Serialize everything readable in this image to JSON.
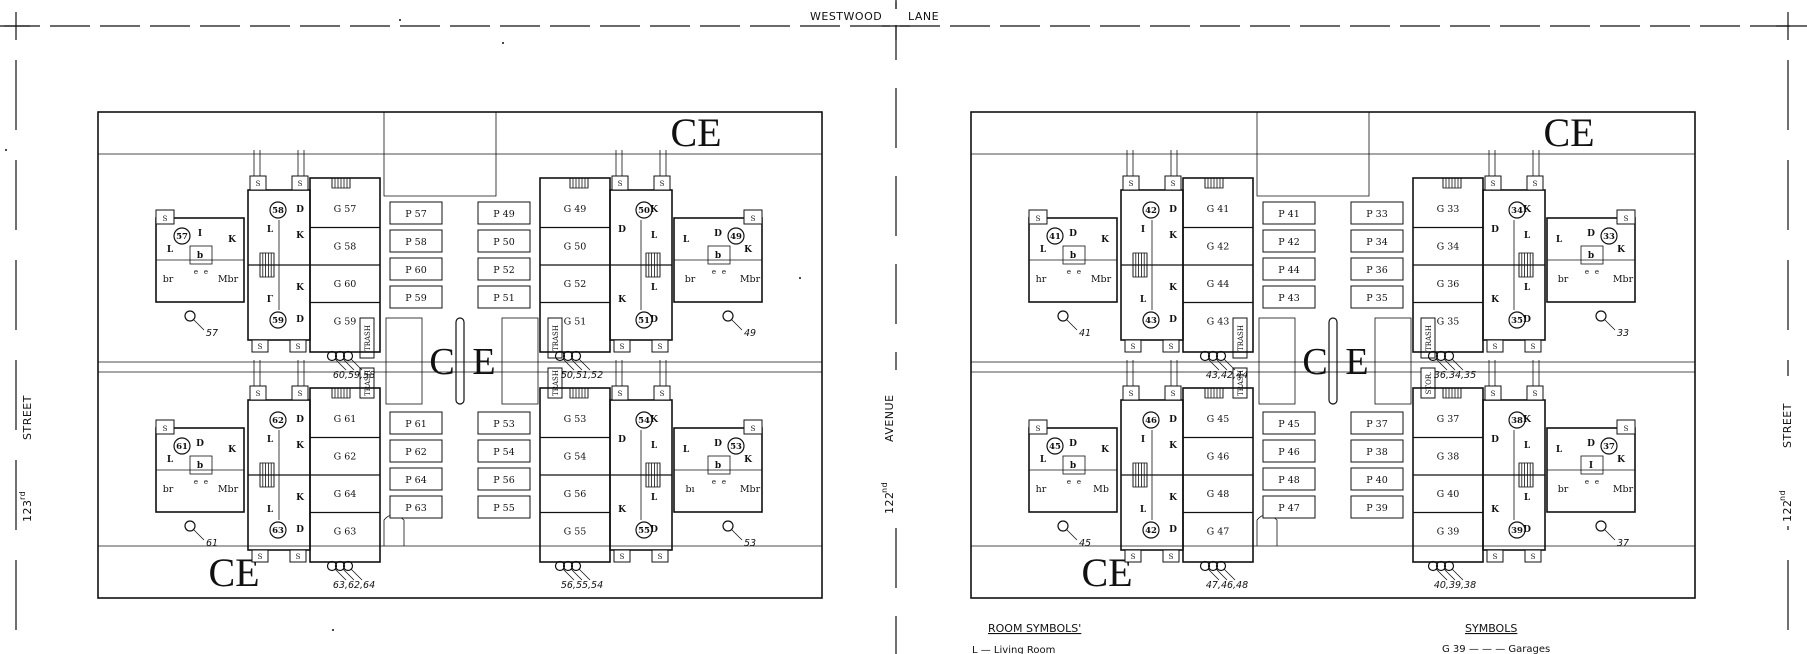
{
  "roads": {
    "top": [
      "WESTWOOD",
      "LANE"
    ],
    "left": [
      "123",
      "rd",
      "STREET"
    ],
    "middle": [
      "122",
      "nd",
      "AVENUE"
    ],
    "right": [
      "122",
      "nd",
      "STREET"
    ]
  },
  "common_element_label": "CE",
  "left_plot": {
    "buildings": [
      {
        "units": [
          "58",
          "59"
        ],
        "garages": [
          "G 57",
          "G 58",
          "G 60",
          "G 59"
        ],
        "parking": [
          "P 57",
          "P 58",
          "P 60",
          "P 59"
        ],
        "side_unit": "57",
        "meter_tag": "57",
        "meters": "60,59,58",
        "outer_rooms": [
          "L",
          "I",
          "K",
          "b",
          "br",
          "Mbr"
        ],
        "inner_rooms_top": [
          "L",
          "D",
          "K"
        ],
        "inner_rooms_bottom": [
          "Γ",
          "K",
          "D"
        ]
      },
      {
        "units": [
          "50",
          "51"
        ],
        "garages": [
          "G 49",
          "G 50",
          "G 52",
          "G 51"
        ],
        "parking": [
          "P 49",
          "P 50",
          "P 52",
          "P 51"
        ],
        "side_unit": "49",
        "meter_tag": "49",
        "meters": "50,51,52",
        "outer_rooms": [
          "K",
          "D",
          "L",
          "b",
          "Mbr",
          "br"
        ],
        "inner_rooms_top": [
          "D",
          "K",
          "L"
        ],
        "inner_rooms_bottom": [
          "K",
          "L",
          "D"
        ]
      },
      {
        "units": [
          "62",
          "63"
        ],
        "garages": [
          "G 61",
          "G 62",
          "G 64",
          "G 63"
        ],
        "parking": [
          "P 61",
          "P 62",
          "P 64",
          "P 63"
        ],
        "side_unit": "61",
        "meter_tag": "61",
        "meters": "63,62,64",
        "outer_rooms": [
          "L",
          "D",
          "K",
          "b",
          "br",
          "Mbr"
        ],
        "inner_rooms_top": [
          "L",
          "D",
          "K"
        ],
        "inner_rooms_bottom": [
          "L",
          "K",
          "D"
        ]
      },
      {
        "units": [
          "54",
          "55"
        ],
        "garages": [
          "G 53",
          "G 54",
          "G 56",
          "G 55"
        ],
        "parking": [
          "P 53",
          "P 54",
          "P 56",
          "P 55"
        ],
        "side_unit": "53",
        "meter_tag": "53",
        "meters": "56,55,54",
        "outer_rooms": [
          "K",
          "D",
          "L",
          "b",
          "Mbr",
          "bı"
        ],
        "inner_rooms_top": [
          "D",
          "K",
          "L"
        ],
        "inner_rooms_bottom": [
          "K",
          "L",
          "D"
        ]
      }
    ]
  },
  "right_plot": {
    "buildings": [
      {
        "units": [
          "42",
          "43"
        ],
        "garages": [
          "G 41",
          "G 42",
          "G 44",
          "G 43"
        ],
        "parking": [
          "P 41",
          "P 42",
          "P 44",
          "P 43"
        ],
        "side_unit": "41",
        "meter_tag": "41",
        "meters": "43,42,44",
        "outer_rooms": [
          "L",
          "D",
          "K",
          "b",
          "hr",
          "Mbr"
        ],
        "inner_rooms_top": [
          "I",
          "D",
          "K"
        ],
        "inner_rooms_bottom": [
          "L",
          "K",
          "D"
        ]
      },
      {
        "units": [
          "34",
          "35"
        ],
        "garages": [
          "G 33",
          "G 34",
          "G 36",
          "G 35"
        ],
        "parking": [
          "P 33",
          "P 34",
          "P 36",
          "P 35"
        ],
        "side_unit": "33",
        "meter_tag": "33",
        "meters": "36,34,35",
        "outer_rooms": [
          "K",
          "D",
          "L",
          "b",
          "Mbr",
          "br"
        ],
        "inner_rooms_top": [
          "D",
          "K",
          "L"
        ],
        "inner_rooms_bottom": [
          "K",
          "L",
          "D"
        ]
      },
      {
        "units": [
          "46",
          "42"
        ],
        "garages": [
          "G 45",
          "G 46",
          "G 48",
          "G 47"
        ],
        "parking": [
          "P 45",
          "P 46",
          "P 48",
          "P 47"
        ],
        "side_unit": "45",
        "meter_tag": "45",
        "meters": "47,46,48",
        "outer_rooms": [
          "L",
          "D",
          "K",
          "b",
          "hr",
          "Mb"
        ],
        "inner_rooms_top": [
          "I",
          "D",
          "K"
        ],
        "inner_rooms_bottom": [
          "L",
          "K",
          "D"
        ]
      },
      {
        "units": [
          "38",
          "39"
        ],
        "garages": [
          "G 37",
          "G 38",
          "G 40",
          "G 39"
        ],
        "parking": [
          "P 37",
          "P 38",
          "P 40",
          "P 39"
        ],
        "side_unit": "37",
        "meter_tag": "37",
        "meters": "40,39,38",
        "outer_rooms": [
          "K",
          "D",
          "L",
          "I",
          "Mbr",
          "br"
        ],
        "inner_rooms_top": [
          "D",
          "K",
          "L"
        ],
        "inner_rooms_bottom": [
          "K",
          "L",
          "D"
        ]
      }
    ]
  },
  "small_labels": {
    "stair_tag": "S",
    "entry_tag": "e",
    "trash": "TRASH",
    "stor": "STOR."
  },
  "legend": {
    "room_title": "ROOM  SYMBOLS'",
    "room_first": "L — Living  Room",
    "symbols_title": "SYMBOLS",
    "symbols_first": "G 39 — — — Garages"
  }
}
